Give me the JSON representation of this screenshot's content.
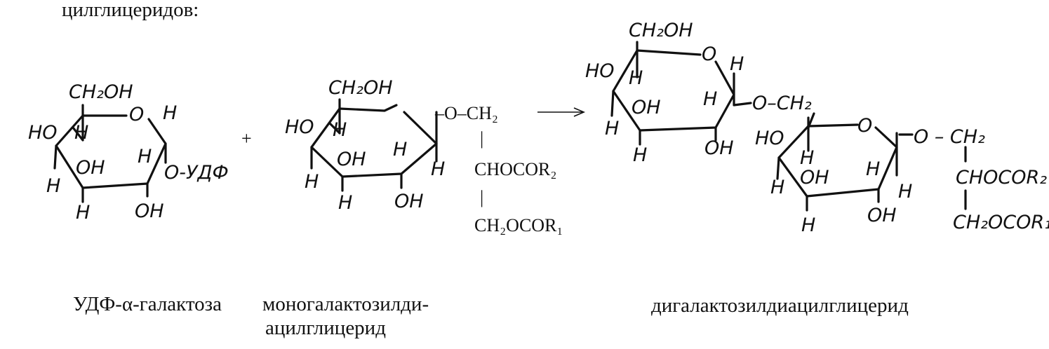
{
  "heading_fragment": "цилглицеридов:",
  "plus_sign": "+",
  "arrow": "⟶",
  "structures": {
    "udp_galactose": {
      "name": "УДФ-α-галактоза",
      "ch2oh": "CH₂OH",
      "ring_o": "O",
      "h": "H",
      "ho": "HO",
      "oh": "OH",
      "substituent": "O-УДФ"
    },
    "mgdg": {
      "name_line1": "моногалактозилди-",
      "name_line2": "ацилглицерид",
      "ch2oh": "CH₂OH",
      "h": "H",
      "ho": "HO",
      "oh": "OH",
      "glycerol_o_ch2": "–O–CH₂",
      "glycerol_mid": "CHOCOR₂",
      "glycerol_end": "CH₂OCOR₁",
      "bar": "|"
    },
    "dgdg": {
      "name": "дигалактозилдиацилглицерид",
      "ch2oh": "CH₂OH",
      "ring_o": "O",
      "h": "H",
      "ho": "HO",
      "oh": "OH",
      "link": "O–CH₂",
      "glycerol_o_ch2": "O – CH₂",
      "glycerol_mid": "CHOCOR₂",
      "glycerol_end": "CH₂OCOR₁"
    }
  }
}
